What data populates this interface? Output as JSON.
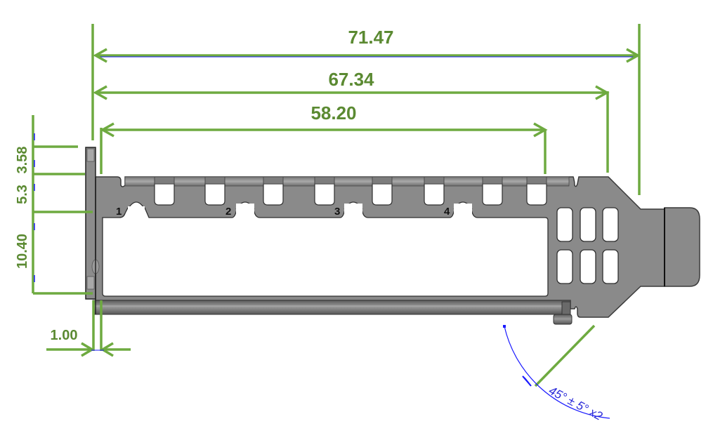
{
  "title": "PCIe low-profile bracket dimension drawing",
  "colors": {
    "dimension": "#6eaa40",
    "dimension_text": "#5b8a32",
    "angle": "#2a2ad8",
    "part_fill": "#8a8a8a",
    "part_edge": "#3a3a3a",
    "background": "#ffffff"
  },
  "dimensions": {
    "horizontal": [
      {
        "label": "71.47",
        "name": "overall-length"
      },
      {
        "label": "67.34",
        "name": "body-length"
      },
      {
        "label": "58.20",
        "name": "slot-span"
      }
    ],
    "vertical": [
      {
        "label": "3.58",
        "name": "top-offset"
      },
      {
        "label": "5.3",
        "name": "slot-depth"
      },
      {
        "label": "10.40",
        "name": "window-height"
      }
    ],
    "thickness": {
      "label": "1.00",
      "name": "bracket-thickness"
    },
    "angle": {
      "label": "45° ± 5° x2",
      "name": "chamfer-angle"
    }
  },
  "slot_numbers": [
    "1",
    "2",
    "3",
    "4"
  ]
}
